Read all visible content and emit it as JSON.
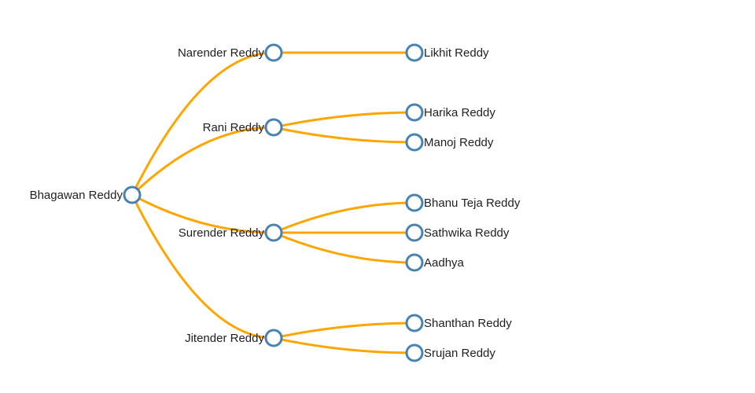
{
  "diagram": {
    "type": "tree",
    "description": "Family tree diagram",
    "colors": {
      "link": "#FFA500",
      "node_stroke": "#4682B4",
      "node_fill": "#FFFFFF",
      "label": "#1F1F1F",
      "background": "#FFFFFF"
    },
    "nodes": [
      {
        "id": "bhagawan",
        "label": "Bhagawan Reddy",
        "depth": 0,
        "parent": null
      },
      {
        "id": "narender",
        "label": "Narender Reddy",
        "depth": 1,
        "parent": "bhagawan"
      },
      {
        "id": "rani",
        "label": "Rani Reddy",
        "depth": 1,
        "parent": "bhagawan"
      },
      {
        "id": "surender",
        "label": "Surender Reddy",
        "depth": 1,
        "parent": "bhagawan"
      },
      {
        "id": "jitender",
        "label": "Jitender Reddy",
        "depth": 1,
        "parent": "bhagawan"
      },
      {
        "id": "likhit",
        "label": "Likhit Reddy",
        "depth": 2,
        "parent": "narender"
      },
      {
        "id": "harika",
        "label": "Harika Reddy",
        "depth": 2,
        "parent": "rani"
      },
      {
        "id": "manoj",
        "label": "Manoj Reddy",
        "depth": 2,
        "parent": "rani"
      },
      {
        "id": "bhanu",
        "label": "Bhanu Teja Reddy",
        "depth": 2,
        "parent": "surender"
      },
      {
        "id": "sathwika",
        "label": "Sathwika Reddy",
        "depth": 2,
        "parent": "surender"
      },
      {
        "id": "aadhya",
        "label": "Aadhya",
        "depth": 2,
        "parent": "surender"
      },
      {
        "id": "shanthan",
        "label": "Shanthan Reddy",
        "depth": 2,
        "parent": "jitender"
      },
      {
        "id": "srujan",
        "label": "Srujan Reddy",
        "depth": 2,
        "parent": "jitender"
      }
    ]
  }
}
